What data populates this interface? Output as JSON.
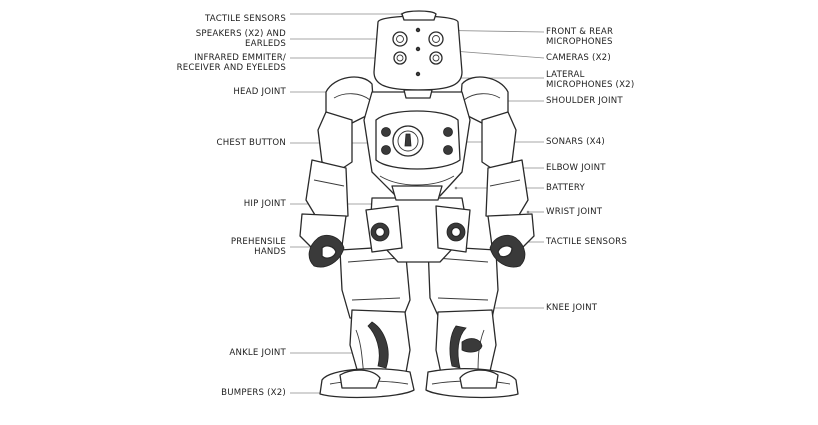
{
  "labels_left": [
    {
      "id": "tactile-sensors-head",
      "text": "TACTILE SENSORS"
    },
    {
      "id": "speakers-earleds",
      "text": "SPEAKERS (X2) AND\nEARLEDS"
    },
    {
      "id": "infrared-emitter",
      "text": "INFRARED EMMITER/\nRECEIVER AND EYELEDS"
    },
    {
      "id": "head-joint",
      "text": "HEAD JOINT"
    },
    {
      "id": "chest-button",
      "text": "CHEST BUTTON"
    },
    {
      "id": "hip-joint",
      "text": "HIP JOINT"
    },
    {
      "id": "prehensile-hands",
      "text": "PREHENSILE\nHANDS"
    },
    {
      "id": "ankle-joint",
      "text": "ANKLE JOINT"
    },
    {
      "id": "bumpers",
      "text": "BUMPERS (X2)"
    }
  ],
  "labels_right": [
    {
      "id": "front-rear-microphones",
      "text": "FRONT & REAR\nMICROPHONES"
    },
    {
      "id": "cameras",
      "text": "CAMERAS (X2)"
    },
    {
      "id": "lateral-microphones",
      "text": "LATERAL\nMICROPHONES (X2)"
    },
    {
      "id": "shoulder-joint",
      "text": "SHOULDER JOINT"
    },
    {
      "id": "sonars",
      "text": "SONARS (X4)"
    },
    {
      "id": "elbow-joint",
      "text": "ELBOW JOINT"
    },
    {
      "id": "battery",
      "text": "BATTERY"
    },
    {
      "id": "wrist-joint",
      "text": "WRIST JOINT"
    },
    {
      "id": "tactile-sensors-hand",
      "text": "TACTILE SENSORS"
    },
    {
      "id": "knee-joint",
      "text": "KNEE JOINT"
    }
  ],
  "colors": {
    "ink": "#2a2a2a",
    "leader": "#8a8a8a",
    "background": "#ffffff"
  }
}
